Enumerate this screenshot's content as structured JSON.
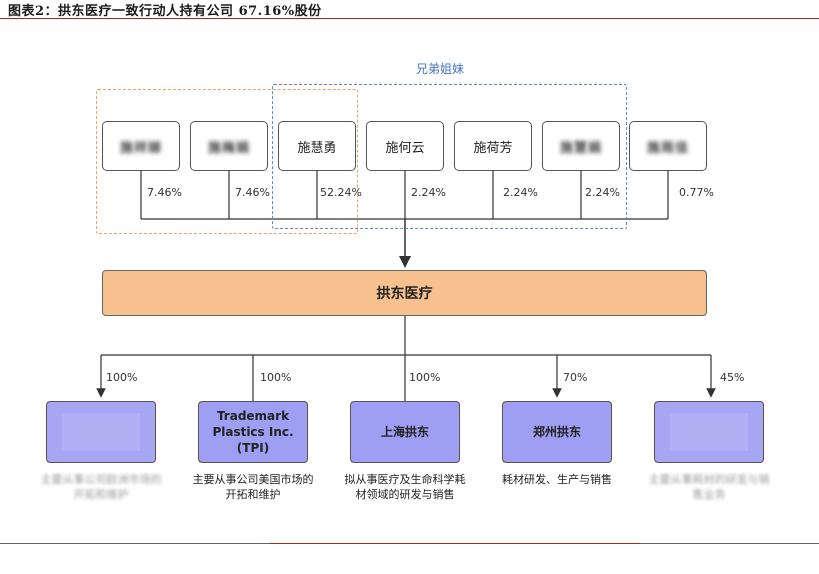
{
  "header": {
    "title": "图表2：拱东医疗一致行动人持有公司 67.16%股份"
  },
  "group_label": "兄弟姐妹",
  "persons": [
    {
      "name": "施祥娣",
      "pct": "7.46%",
      "blurred": true
    },
    {
      "name": "施梅娟",
      "pct": "7.46%",
      "blurred": true
    },
    {
      "name": "施慧勇",
      "pct": "52.24%",
      "blurred": false
    },
    {
      "name": "施何云",
      "pct": "2.24%",
      "blurred": false
    },
    {
      "name": "施荷芳",
      "pct": "2.24%",
      "blurred": false
    },
    {
      "name": "施慧娟",
      "pct": "2.24%",
      "blurred": true
    },
    {
      "name": "施雨佳",
      "pct": "0.77%",
      "blurred": true
    }
  ],
  "company": {
    "name": "拱东医疗"
  },
  "subsidiaries": [
    {
      "name": "",
      "pct": "100%",
      "desc": "主要从事公司欧洲市场的开拓和维护",
      "blurred": true
    },
    {
      "name": "Trademark Plastics Inc. (TPI)",
      "pct": "100%",
      "desc": "主要从事公司美国市场的开拓和维护",
      "blurred": false
    },
    {
      "name": "上海拱东",
      "pct": "100%",
      "desc": "拟从事医疗及生命科学耗材领域的研发与销售",
      "blurred": false
    },
    {
      "name": "郑州拱东",
      "pct": "70%",
      "desc": "耗材研发、生产与销售",
      "blurred": false
    },
    {
      "name": "",
      "pct": "45%",
      "desc": "主要从事耗材的研发与销售业务",
      "blurred": true
    }
  ]
}
